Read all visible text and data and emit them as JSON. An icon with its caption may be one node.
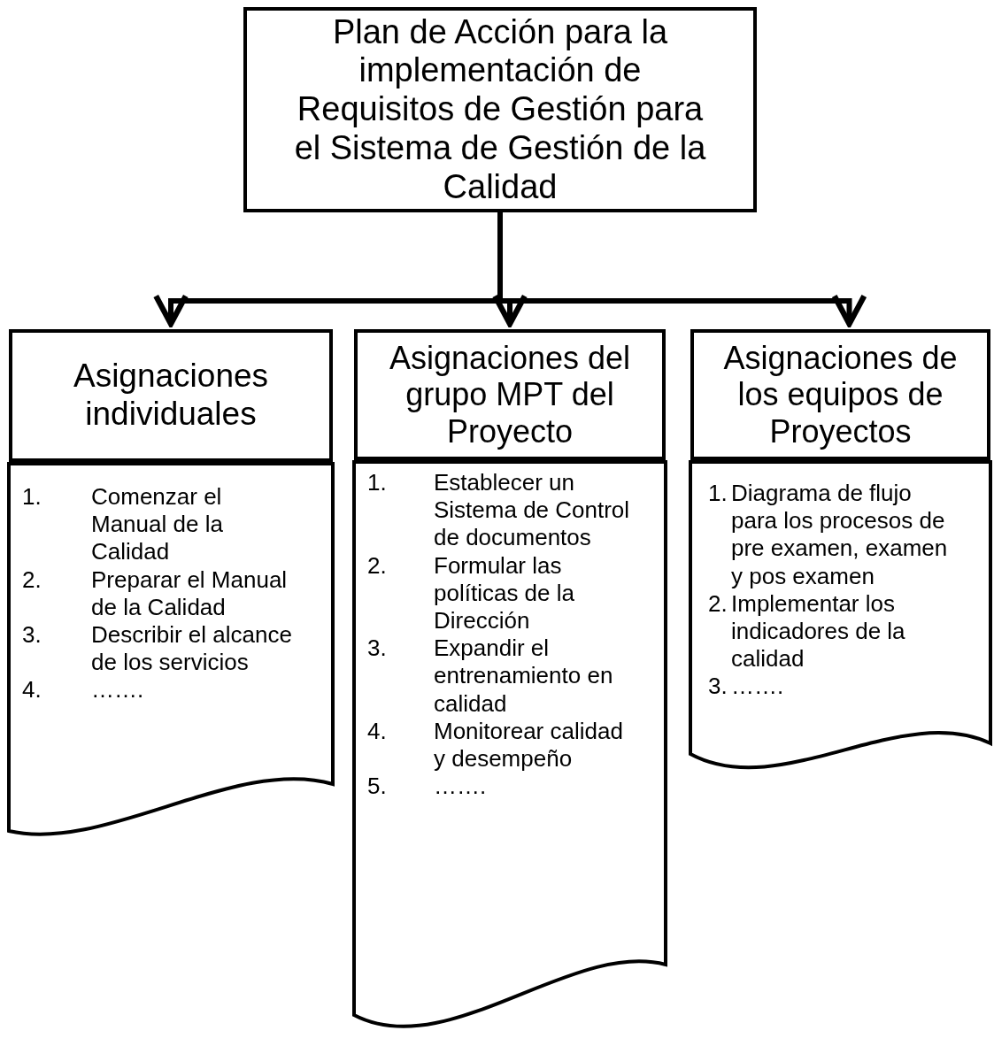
{
  "diagram": {
    "nodes": [
      {
        "text": [
          "Plan de Acción para la implementación de Requisitos de Gestión para el Sistema de Gestión de la Calidad"
        ]
      },
      {
        "text": [
          "Asignaciones individuales"
        ]
      },
      {
        "text": [
          "1.",
          "Comenzar el Manual de la Calidad",
          "2.",
          "Preparar el Manual de la Calidad",
          "3.",
          "Describir el alcance de los servicios",
          "4.",
          "……."
        ]
      },
      {
        "text": [
          "Asignaciones del grupo MPT del Proyecto"
        ]
      },
      {
        "text": [
          "1.",
          "Establecer un Sistema de Control de documentos",
          "2.",
          "Formular las políticas de la Dirección",
          "3.",
          "Expandir el entrenamiento en calidad",
          "4.",
          "Monitorear calidad y desempeño",
          "5.",
          "……."
        ]
      },
      {
        "text": [
          "Asignaciones de los equipos de Proyectos"
        ]
      },
      {
        "text": [
          "1.",
          "Diagrama de flujo para los procesos de pre examen, examen y pos examen",
          "2.",
          "Implementar los indicadores de la calidad",
          "3.",
          "……."
        ]
      }
    ],
    "edges": [
      {
        "from": 0,
        "to": 1,
        "arrow": "to"
      },
      {
        "from": 0,
        "to": 3,
        "arrow": "to"
      },
      {
        "from": 0,
        "to": 5,
        "arrow": "to"
      }
    ]
  }
}
